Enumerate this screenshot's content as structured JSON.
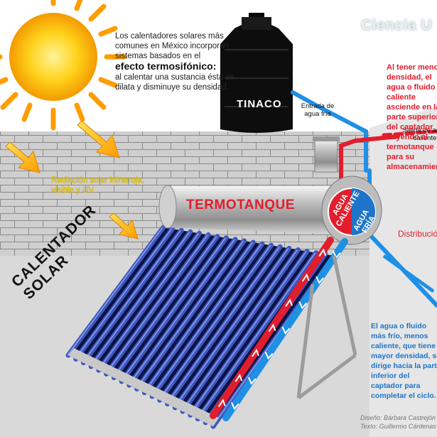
{
  "logo": "Ciencia U",
  "intro": {
    "line1": "Los calentadores solares más comunes en México incorporan sistemas basados en el",
    "highlight": "efecto termosifónico:",
    "line2": "al calentar una sustancia ésta se dilata y disminuye su densidad."
  },
  "labels": {
    "tinaco": "TINACO",
    "termotanque": "TERMOTANQUE",
    "entrada": "Entrada de agua fría",
    "salida": "Salida de agua caliente",
    "agua_caliente": "AGUA CALIENTE",
    "agua_fria": "AGUA FRÍA",
    "radiacion": "Radiación solar infrarroja, visible y UV",
    "calentador": "CALENTADOR SOLAR",
    "distribucion": "Distribución"
  },
  "notes": {
    "red": "Al tener menor densidad, el agua o fluido caliente asciende en la parte superior del captador fluyendo al termotanque para su almacenamiento.",
    "blue": "El agua o fluido más frío, menos caliente, que tiene mayor densidad, se dirige hacia la parte inferior del captador para completar el ciclo."
  },
  "credits": {
    "design": "Diseño: Bárbara Castrejón",
    "text": "Texto: Guillermo Cárdenas"
  },
  "colors": {
    "hot": "#e21d2d",
    "cold": "#1e90e6",
    "sun": "#ffd21a",
    "sky": "#ffffff",
    "wall": "#cfcfcf"
  }
}
